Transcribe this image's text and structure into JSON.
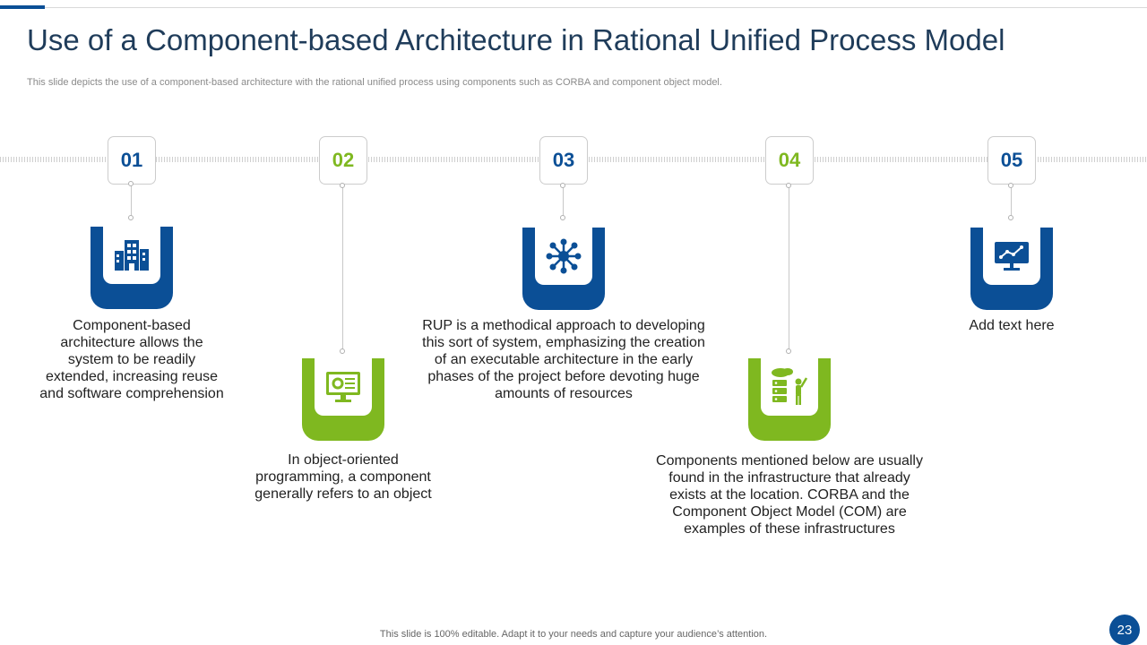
{
  "slide": {
    "title": "Use of a Component-based Architecture in Rational Unified Process Model",
    "subtitle": "This slide depicts the use of a component-based architecture with the rational unified process using components such as CORBA and component object model.",
    "footer": "This slide is 100% editable. Adapt it to your needs and capture your audience’s attention.",
    "page_number": "23"
  },
  "colors": {
    "blue": "#0b4f96",
    "green": "#7fb820"
  },
  "steps": [
    {
      "number": "01",
      "icon": "office-buildings-icon",
      "text": "Component-based architecture allows the system to be readily extended, increasing reuse and software comprehension"
    },
    {
      "number": "02",
      "icon": "monitor-gear-icon",
      "text": "In object-oriented programming, a component generally refers to an object"
    },
    {
      "number": "03",
      "icon": "network-hub-icon",
      "text": "RUP is a methodical approach to developing this sort of system, emphasizing the creation of an executable architecture in the early phases of the project before devoting huge amounts of resources"
    },
    {
      "number": "04",
      "icon": "server-presenter-icon",
      "text": "Components mentioned below are usually found in the infrastructure that already exists at the location. CORBA and the Component Object Model (COM) are examples of these infrastructures"
    },
    {
      "number": "05",
      "icon": "monitor-chart-icon",
      "text": "Add text here"
    }
  ]
}
